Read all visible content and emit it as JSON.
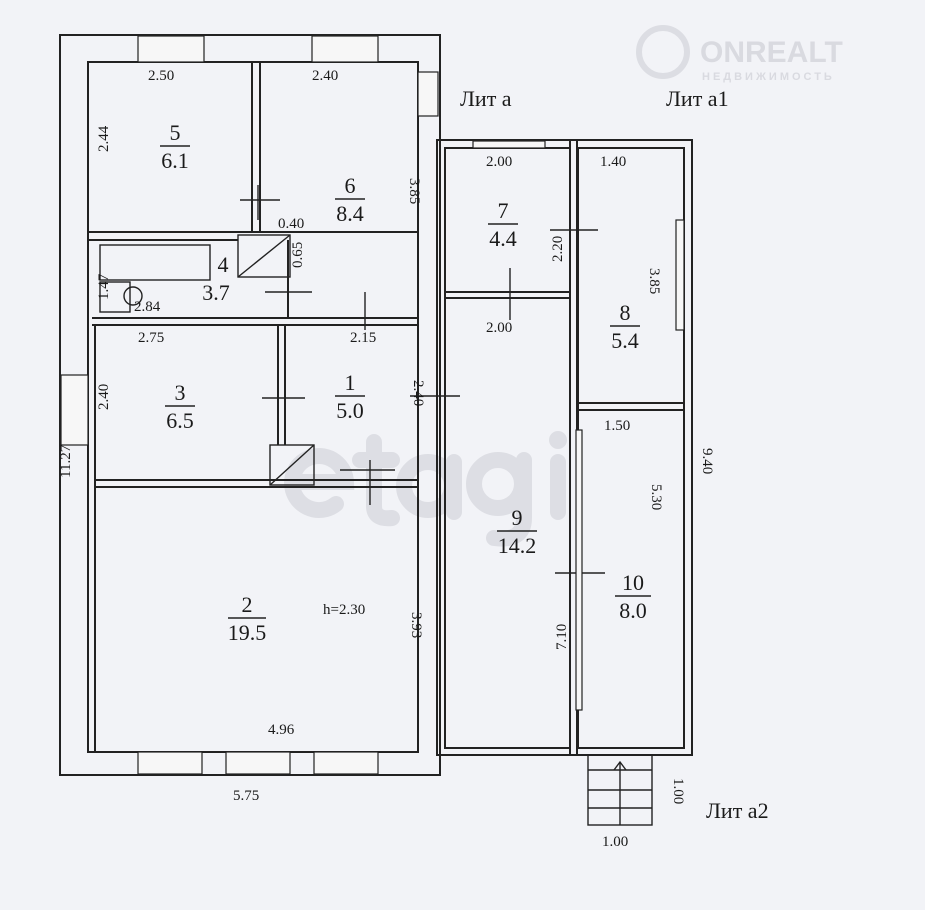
{
  "watermark": {
    "brand": "ONREALT",
    "sub": "НЕДВИЖИМОСТЬ",
    "center": "etagi"
  },
  "labels": {
    "lit_a": "Лит а",
    "lit_a1": "Лит а1",
    "lit_a2": "Лит а2",
    "height": "h=2.30"
  },
  "rooms": [
    {
      "num": "1",
      "area": "5.0"
    },
    {
      "num": "2",
      "area": "19.5"
    },
    {
      "num": "3",
      "area": "6.5"
    },
    {
      "num": "4",
      "area": "3.7"
    },
    {
      "num": "5",
      "area": "6.1"
    },
    {
      "num": "6",
      "area": "8.4"
    },
    {
      "num": "7",
      "area": "4.4"
    },
    {
      "num": "8",
      "area": "5.4"
    },
    {
      "num": "9",
      "area": "14.2"
    },
    {
      "num": "10",
      "area": "8.0"
    }
  ],
  "dims": {
    "r5_w": "2.50",
    "r5_h": "2.44",
    "r6_w": "2.40",
    "r6_h": "3.85",
    "d040": "0.40",
    "d065": "0.65",
    "r4_h": "1.47",
    "r4_w": "2.84",
    "r3_w": "2.75",
    "r3_h": "2.40",
    "r1_w": "2.15",
    "r1_h": "2.40",
    "total_h": "11.27",
    "r2_h": "3.93",
    "r2_w": "4.96",
    "total_w": "5.75",
    "r7_w": "2.00",
    "r7_h": "2.20",
    "r9_w": "2.00",
    "r9_h": "7.10",
    "r8_w": "1.40",
    "r8_h": "3.85",
    "a1_h": "9.40",
    "r10_w": "1.50",
    "r10_h": "5.30",
    "step_h": "1.00",
    "step_w": "1.00"
  }
}
